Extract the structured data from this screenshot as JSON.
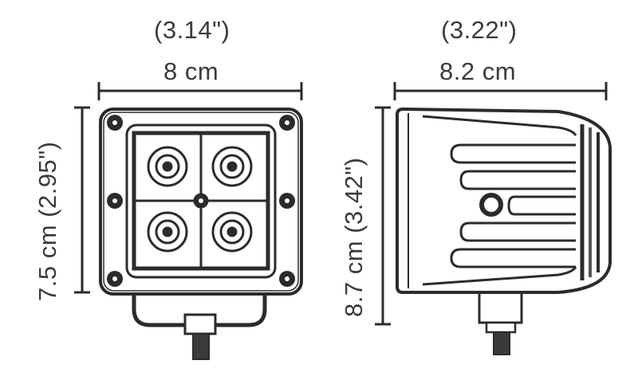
{
  "diagram": {
    "front_view": {
      "width_inches": "(3.14\")",
      "width_cm": "8 cm",
      "height_label": "7.5 cm  (2.95\")"
    },
    "side_view": {
      "width_inches": "(3.22\")",
      "width_cm": "8.2 cm",
      "height_label": "8.7 cm  (3.42\")"
    }
  },
  "colors": {
    "line": "#2b2b2b",
    "text": "#3a3a3a",
    "background": "#ffffff"
  }
}
